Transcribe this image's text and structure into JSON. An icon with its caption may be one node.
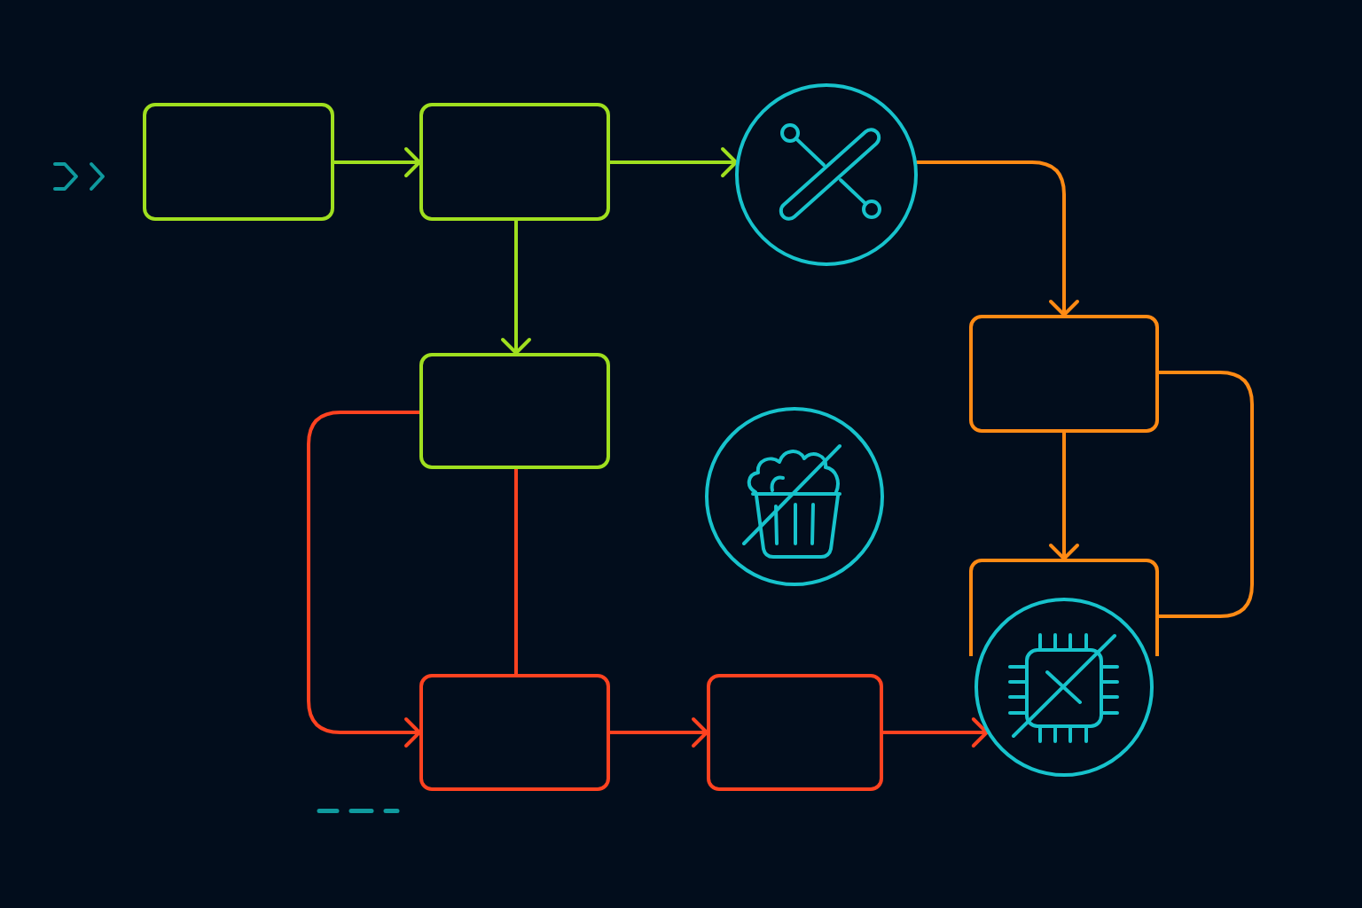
{
  "diagram": {
    "nodes": [
      {
        "text": [],
        "shape": "box"
      },
      {
        "text": [],
        "shape": "box"
      },
      {
        "text": [],
        "shape": "circle"
      },
      {
        "text": [],
        "shape": "box"
      },
      {
        "text": [],
        "shape": "box"
      },
      {
        "text": [],
        "shape": "circle"
      },
      {
        "text": [],
        "shape": "box"
      },
      {
        "text": [],
        "shape": "circle"
      },
      {
        "text": [],
        "shape": "box"
      },
      {
        "text": [],
        "shape": "box"
      }
    ],
    "edges": [
      {
        "from": 0,
        "to": 1,
        "arrow": "to",
        "color": "#9fdf1f"
      },
      {
        "from": 1,
        "to": 2,
        "arrow": "to",
        "color": "#9fdf1f"
      },
      {
        "from": 1,
        "to": 4,
        "arrow": "to",
        "color": "#9fdf1f"
      },
      {
        "from": 2,
        "to": 3,
        "arrow": "to",
        "color": "#ff8a14"
      },
      {
        "from": 3,
        "to": 6,
        "arrow": "to",
        "color": "#ff8a14"
      },
      {
        "from": 3,
        "to": 6,
        "arrow": "none",
        "color": "#ff8a14"
      },
      {
        "from": 4,
        "to": 8,
        "arrow": "none"
      },
      {
        "from": 4,
        "to": 8,
        "arrow": "to"
      },
      {
        "from": 8,
        "to": 9,
        "arrow": "to"
      },
      {
        "from": 9,
        "to": 7,
        "arrow": "to"
      }
    ]
  }
}
